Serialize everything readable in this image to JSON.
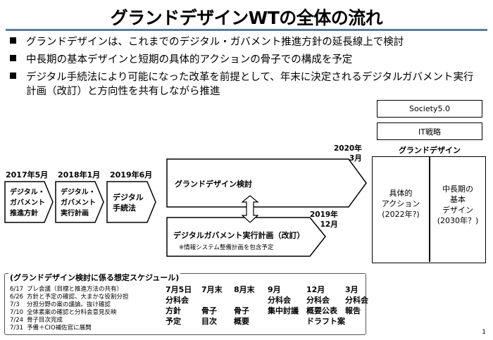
{
  "title": "グランドデザインWTの全体の流れ",
  "bullets": [
    "グランドデザインは、これまでのデジタル・ガバメント推進方針の延長線上で検討",
    "中長期の基本デザインと短期の具体的アクションの骨子での構成を予定",
    "デジタル手続法により可能になった改革を前提として、年末に決定されるデジタルガバメント実行計画（改訂）と方向性を共有しながら推進"
  ],
  "right_boxes": {
    "society": "Society5.0",
    "it": "IT戦略",
    "grand_design_label": "グランドデザイン"
  },
  "grand_design": {
    "left": [
      "具体的",
      "アクション",
      "(2022年?)"
    ],
    "right": [
      "中長期の",
      "基本",
      "デザイン",
      "(2030年？)"
    ]
  },
  "timeline": [
    {
      "year": "2017年5月",
      "label": [
        "デジタル・",
        "ガバメント",
        "推進方針"
      ]
    },
    {
      "year": "2018年1月",
      "label": [
        "デジタル・",
        "ガバメント",
        "実行計画"
      ]
    },
    {
      "year": "2019年6月",
      "label": [
        "デジタル",
        "手続法"
      ]
    }
  ],
  "upper_arrow": {
    "date": [
      "2020年",
      "3月"
    ],
    "label": "グランドデザイン検討"
  },
  "lower_arrow": {
    "date": [
      "2019年",
      "12月"
    ],
    "label": "デジタルガバメント実行計画（改訂）",
    "sub": "※情報システム整備計画を包含予定"
  },
  "schedule": {
    "title": "(グランドデザイン検討に係る想定スケジュール)",
    "items": [
      {
        "date": "6/17",
        "text": "プレ会議（目標と推進方法の共有）"
      },
      {
        "date": "6/26",
        "text": "方針と予定の確認、大まかな役割分担"
      },
      {
        "date": "7/3",
        "text": "分担分野の案の議論。抜け確認"
      },
      {
        "date": "7/10",
        "text": "全体素案の確認と分科会意見反映"
      },
      {
        "date": "7/24",
        "text": "骨子目次完成"
      },
      {
        "date": "7/31",
        "text": "予備＋CIO補佐官に展開"
      }
    ],
    "columns": [
      [
        "7月5日",
        "分科会",
        "方針",
        "予定"
      ],
      [
        "7月末",
        "",
        "骨子",
        "目次"
      ],
      [
        "8月末",
        "",
        "骨子",
        "概要"
      ],
      [
        "9月",
        "分科会",
        "集中討議"
      ],
      [
        "12月",
        "分科会",
        "概要公表",
        "ドラフト案"
      ],
      [
        "3月",
        "分科会",
        "報告"
      ]
    ]
  },
  "page_number": "1",
  "colors": {
    "title_rule": "#5a7d9a"
  }
}
